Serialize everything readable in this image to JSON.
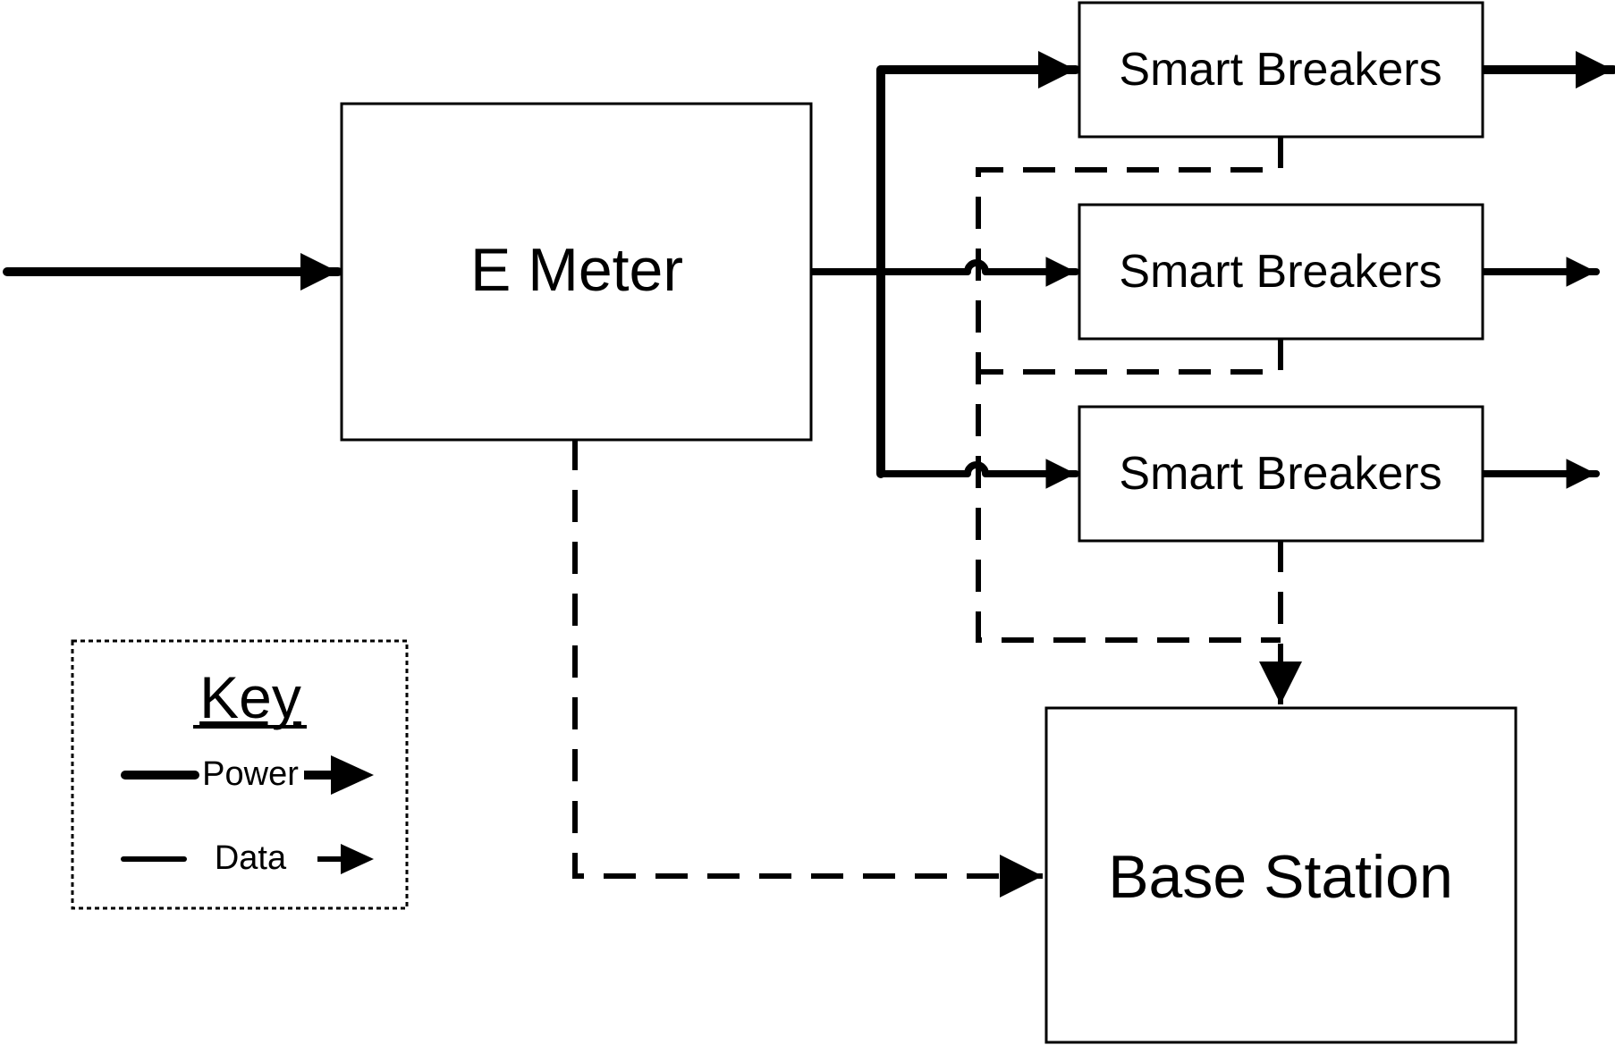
{
  "colors": {
    "stroke": "#000000",
    "background": "#ffffff"
  },
  "nodes": {
    "emeter": "E Meter",
    "breakers": [
      "Smart Breakers",
      "Smart Breakers",
      "Smart Breakers"
    ],
    "base_station": "Base Station"
  },
  "key": {
    "title": "Key",
    "power": "Power",
    "data": "Data"
  }
}
